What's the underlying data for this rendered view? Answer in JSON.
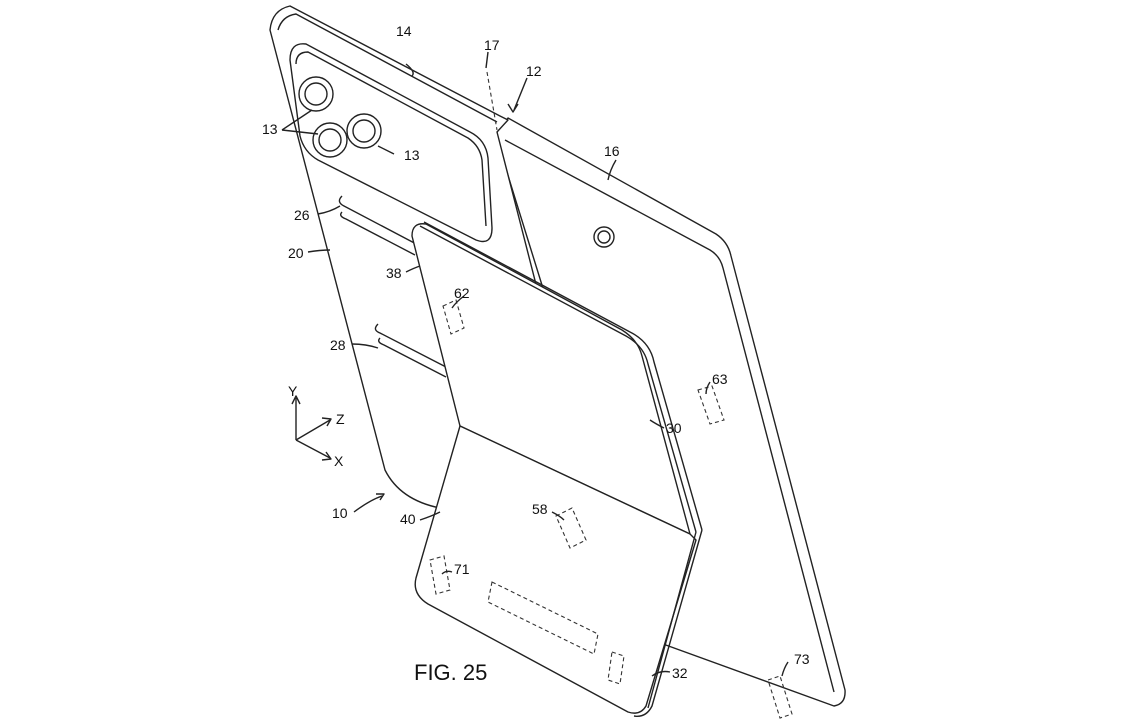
{
  "figure": {
    "caption": "FIG. 25",
    "reference_numerals": {
      "device": "10",
      "device_assembly": "12",
      "camera_lenses": "13",
      "camera_lenses_2": "13",
      "first_housing": "14",
      "second_housing": "16",
      "hinge_axis": "17",
      "rear_face": "20",
      "upper_slot": "26",
      "lower_slot": "28",
      "cover_edge": "30",
      "cover_edge_bottom": "32",
      "upper_flap": "38",
      "lower_flap": "40",
      "center_sensor": "58",
      "upper_sensor": "62",
      "right_sensor": "63",
      "left_bottom_sensor": "71",
      "right_bottom_sensor": "73"
    },
    "axes": {
      "y": "Y",
      "z": "Z",
      "x": "X"
    }
  }
}
